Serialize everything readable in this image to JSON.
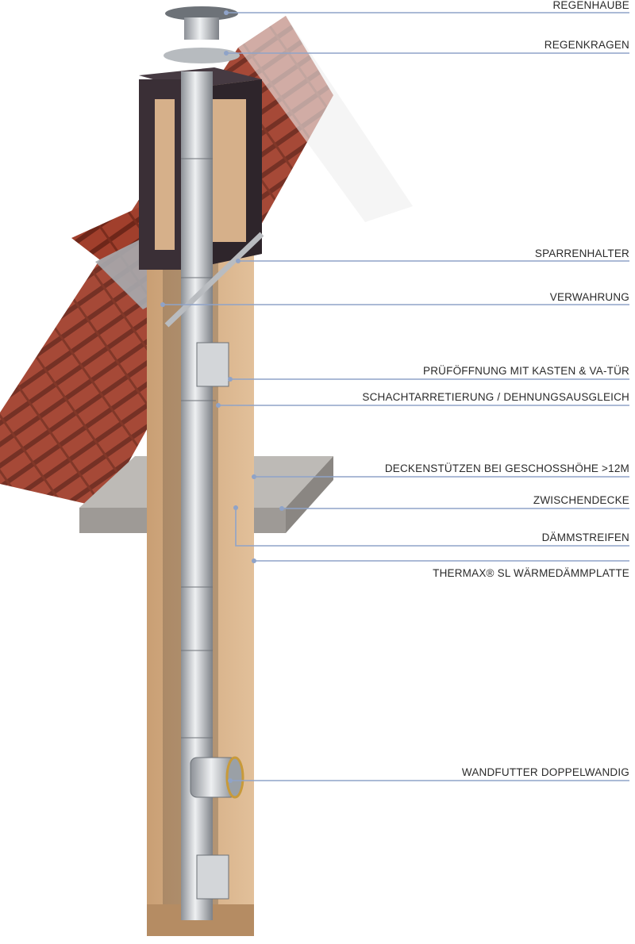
{
  "labels": {
    "regenhaube": "REGENHAUBE",
    "regenkragen": "REGENKRAGEN",
    "sparrenhalter": "SPARRENHALTER",
    "verwahrung": "VERWAHRUNG",
    "prueffoeffnung": "PRÜFÖFFNUNG MIT KASTEN & VA-TÜR",
    "schachtarretierung": "SCHACHTARRETIERUNG / DEHNUNGSAUSGLEICH",
    "deckenstuetzen": "DECKENSTÜTZEN BEI GESCHOSSHÖHE >12M",
    "zwischendecke": "ZWISCHENDECKE",
    "daemmstreifen": "DÄMMSTREIFEN",
    "thermax": "THERMAX® SL WÄRMEDÄMMPLATTE",
    "wandfutter": "WANDFUTTER DOPPELWANDIG"
  },
  "colors": {
    "leader_line": "#8fa3c8",
    "tile": "#9a3b2a",
    "insulation": "#d9b48c",
    "cladding": "#3a2f36",
    "steel": "#c8ccd0"
  }
}
